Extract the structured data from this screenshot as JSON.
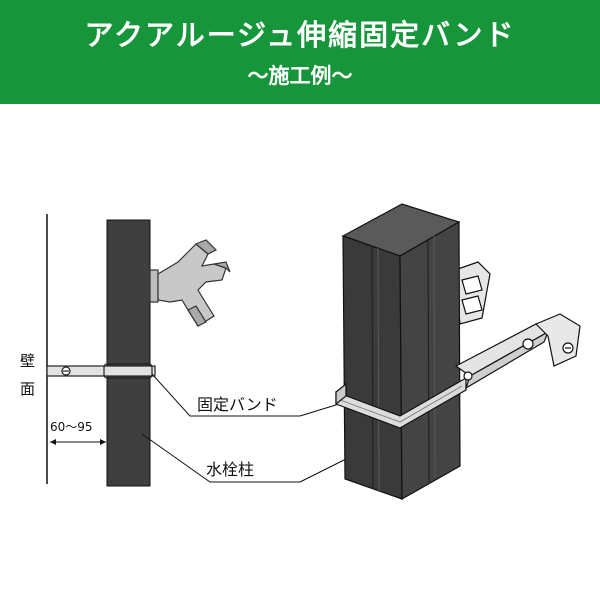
{
  "header": {
    "title": "アクアルージュ伸縮固定バンド",
    "subtitle": "〜施工例〜"
  },
  "labels": {
    "wall_line1": "壁",
    "wall_line2": "面",
    "dimension": "60〜95",
    "band": "固定バンド",
    "post": "水栓柱"
  },
  "colors": {
    "header_bg": "#16953a",
    "post_fill": "#3d3d3d",
    "metal": "#d9d9d9",
    "line": "#111111"
  }
}
